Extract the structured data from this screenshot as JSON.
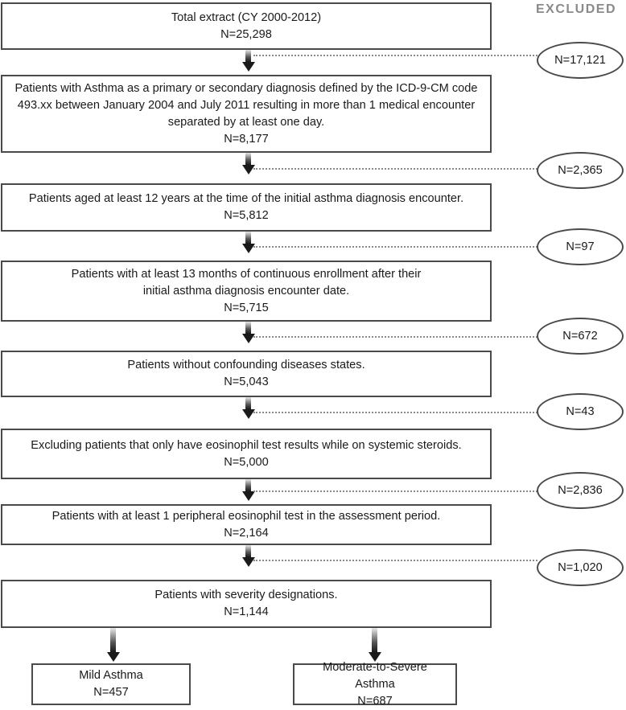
{
  "excluded_header": "EXCLUDED",
  "steps": [
    {
      "desc": "Total extract (CY 2000-2012)",
      "count": "N=25,298"
    },
    {
      "desc": "Patients with Asthma as a primary or secondary diagnosis defined by the ICD-9-CM code 493.xx between January 2004 and July 2011 resulting in more than 1 medical encounter separated by at least one day.",
      "count": "N=8,177"
    },
    {
      "desc": "Patients aged  at least 12 years at the time of the initial asthma diagnosis encounter.",
      "count": "N=5,812"
    },
    {
      "desc": "Patients with at least 13 months of continuous enrollment after their initial asthma diagnosis encounter date.",
      "count": "N=5,715"
    },
    {
      "desc": "Patients without confounding diseases states.",
      "count": "N=5,043"
    },
    {
      "desc": "Excluding patients that only have eosinophil test results while on systemic steroids.",
      "count": "N=5,000"
    },
    {
      "desc": "Patients with at least 1 peripheral eosinophil test in the assessment period.",
      "count": "N=2,164"
    },
    {
      "desc": "Patients with severity designations.",
      "count": "N=1,144"
    }
  ],
  "exclusions": [
    "N=17,121",
    "N=2,365",
    "N=97",
    "N=672",
    "N=43",
    "N=2,836",
    "N=1,020"
  ],
  "outcomes": [
    {
      "desc": "Mild Asthma",
      "count": "N=457"
    },
    {
      "desc": "Moderate-to-Severe Asthma",
      "count": "N=687"
    }
  ]
}
